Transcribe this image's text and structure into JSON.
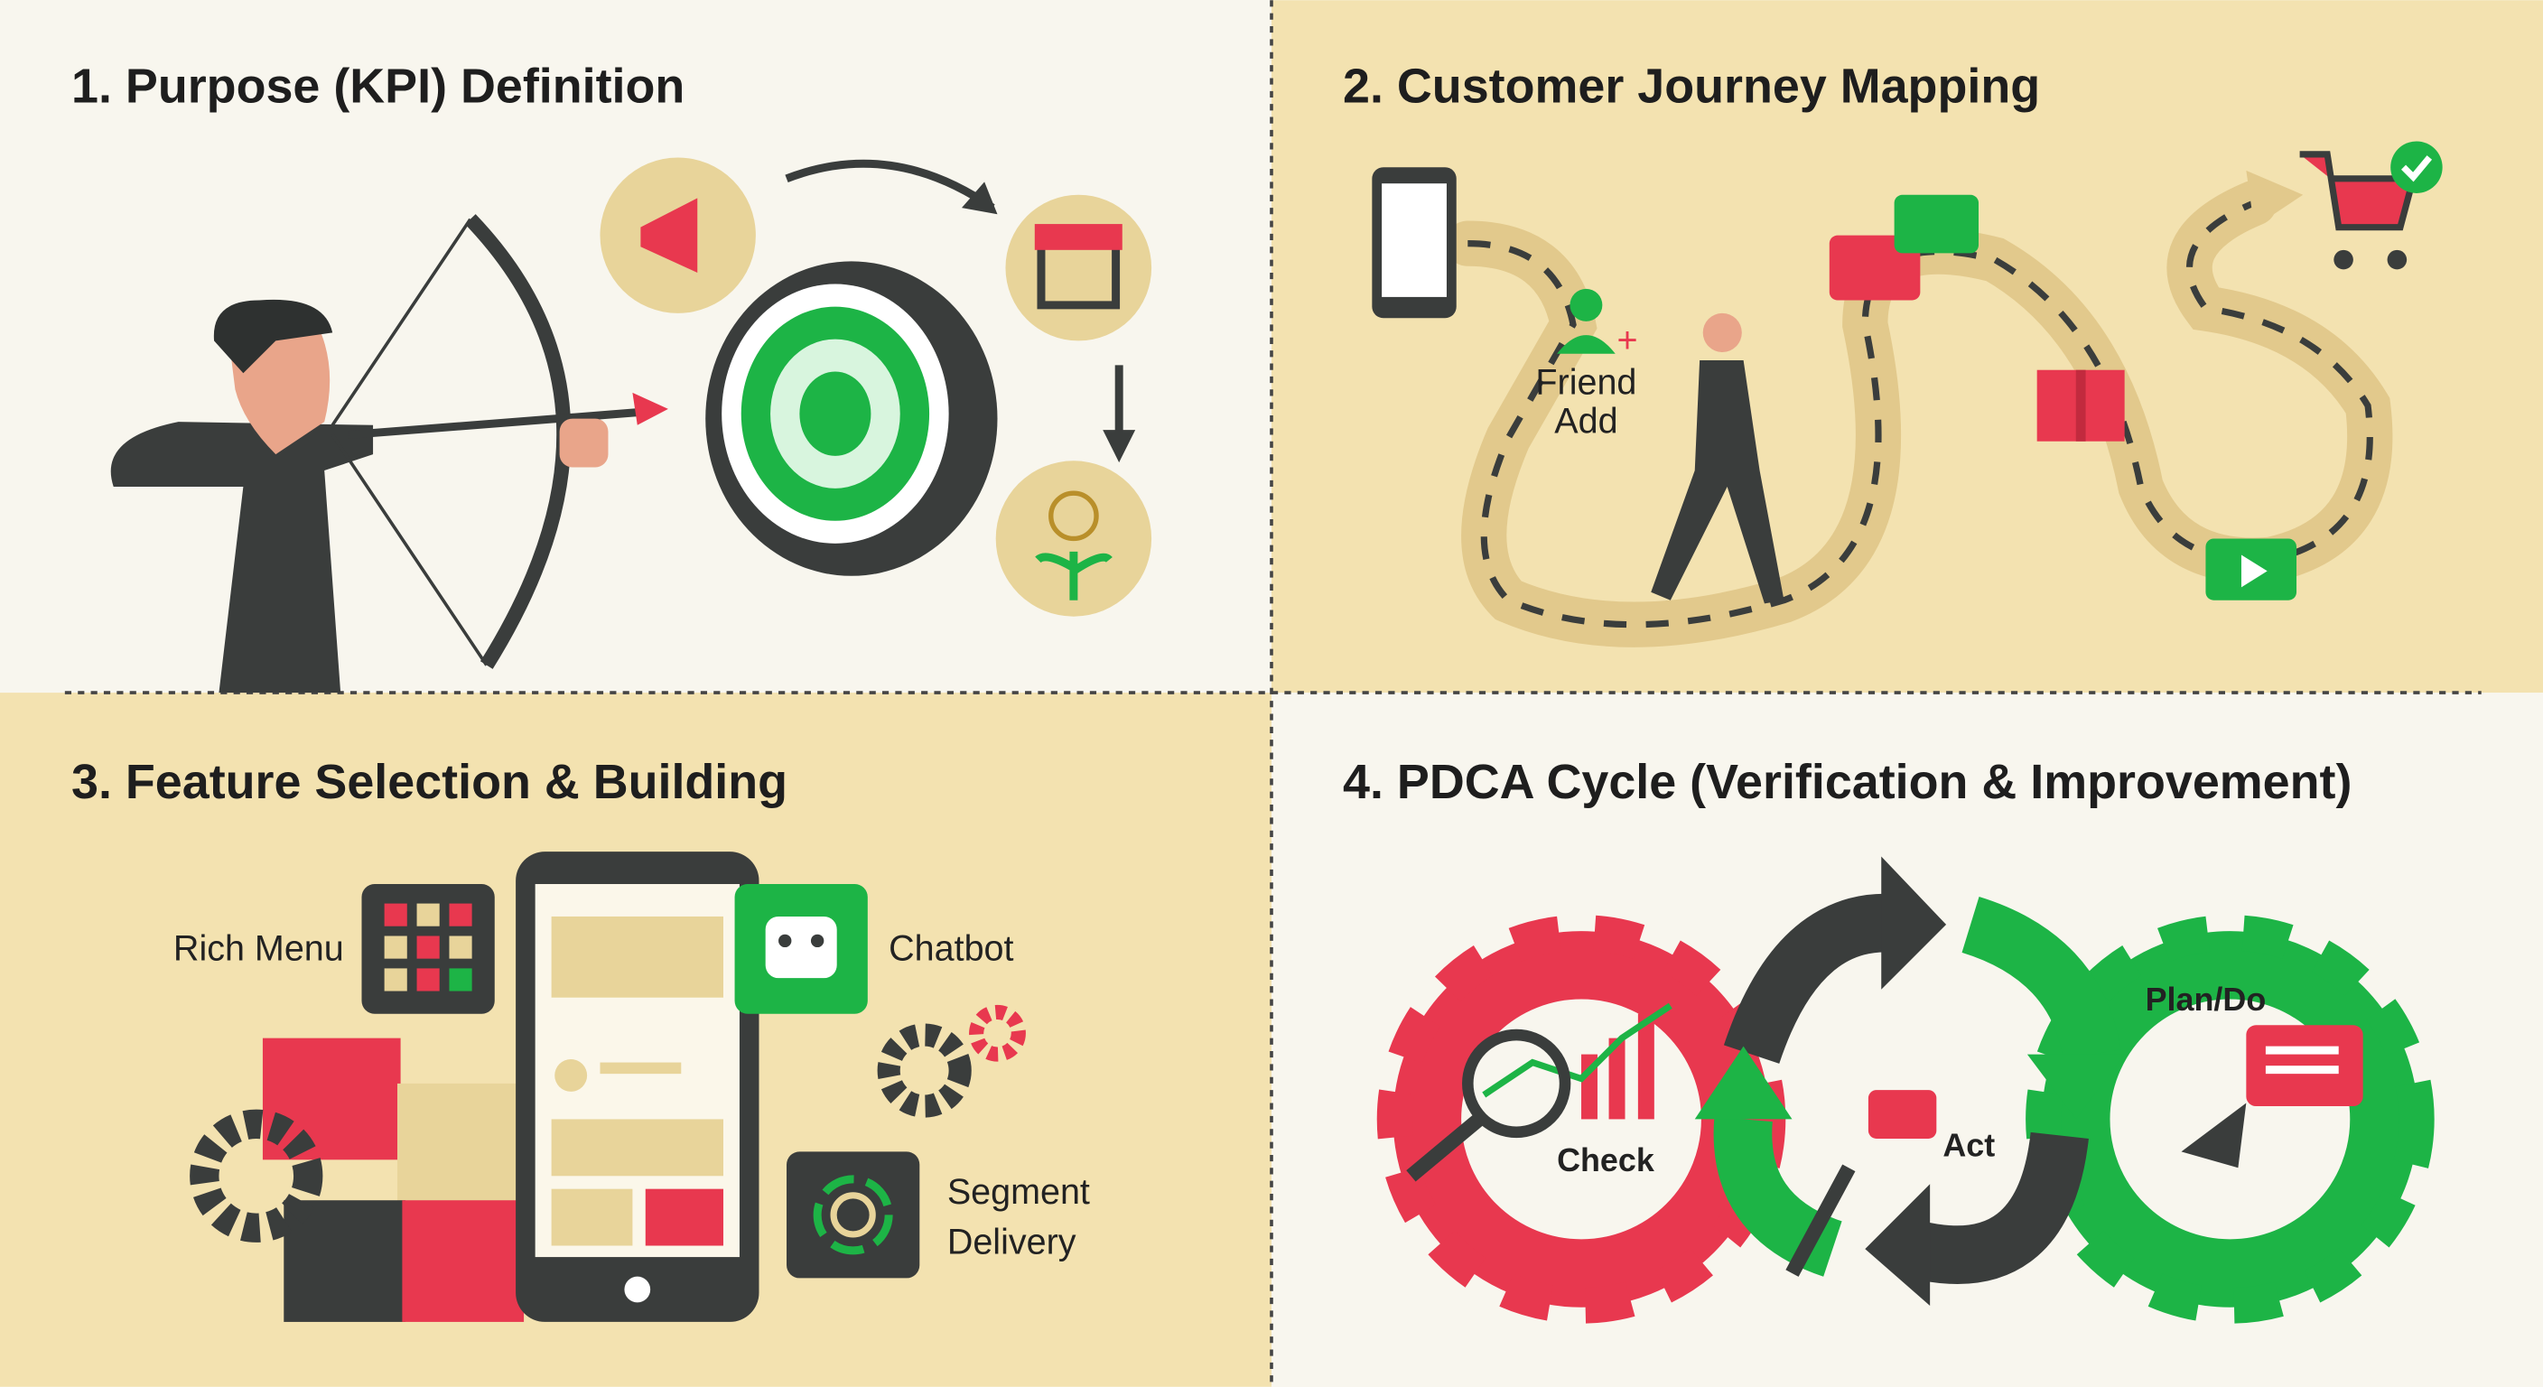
{
  "panels": [
    {
      "title": "1. Purpose (KPI) Definition"
    },
    {
      "title": "2. Customer Journey Mapping",
      "labels": {
        "friend_add_line1": "Friend",
        "friend_add_line2": "Add"
      }
    },
    {
      "title": "3. Feature Selection & Building",
      "labels": {
        "rich_menu": "Rich Menu",
        "chatbot": "Chatbot",
        "segment_line1": "Segment",
        "segment_line2": "Delivery"
      }
    },
    {
      "title": "4. PDCA Cycle (Verification & Improvement)",
      "labels": {
        "check": "Check",
        "act": "Act",
        "plan_do": "Plan/Do"
      }
    }
  ],
  "colors": {
    "cream": "#f8f6ee",
    "tan": "#f3e2b0",
    "red": "#e8384f",
    "green": "#1db446",
    "dark": "#3a3d3c",
    "gold": "#e8d49a"
  }
}
